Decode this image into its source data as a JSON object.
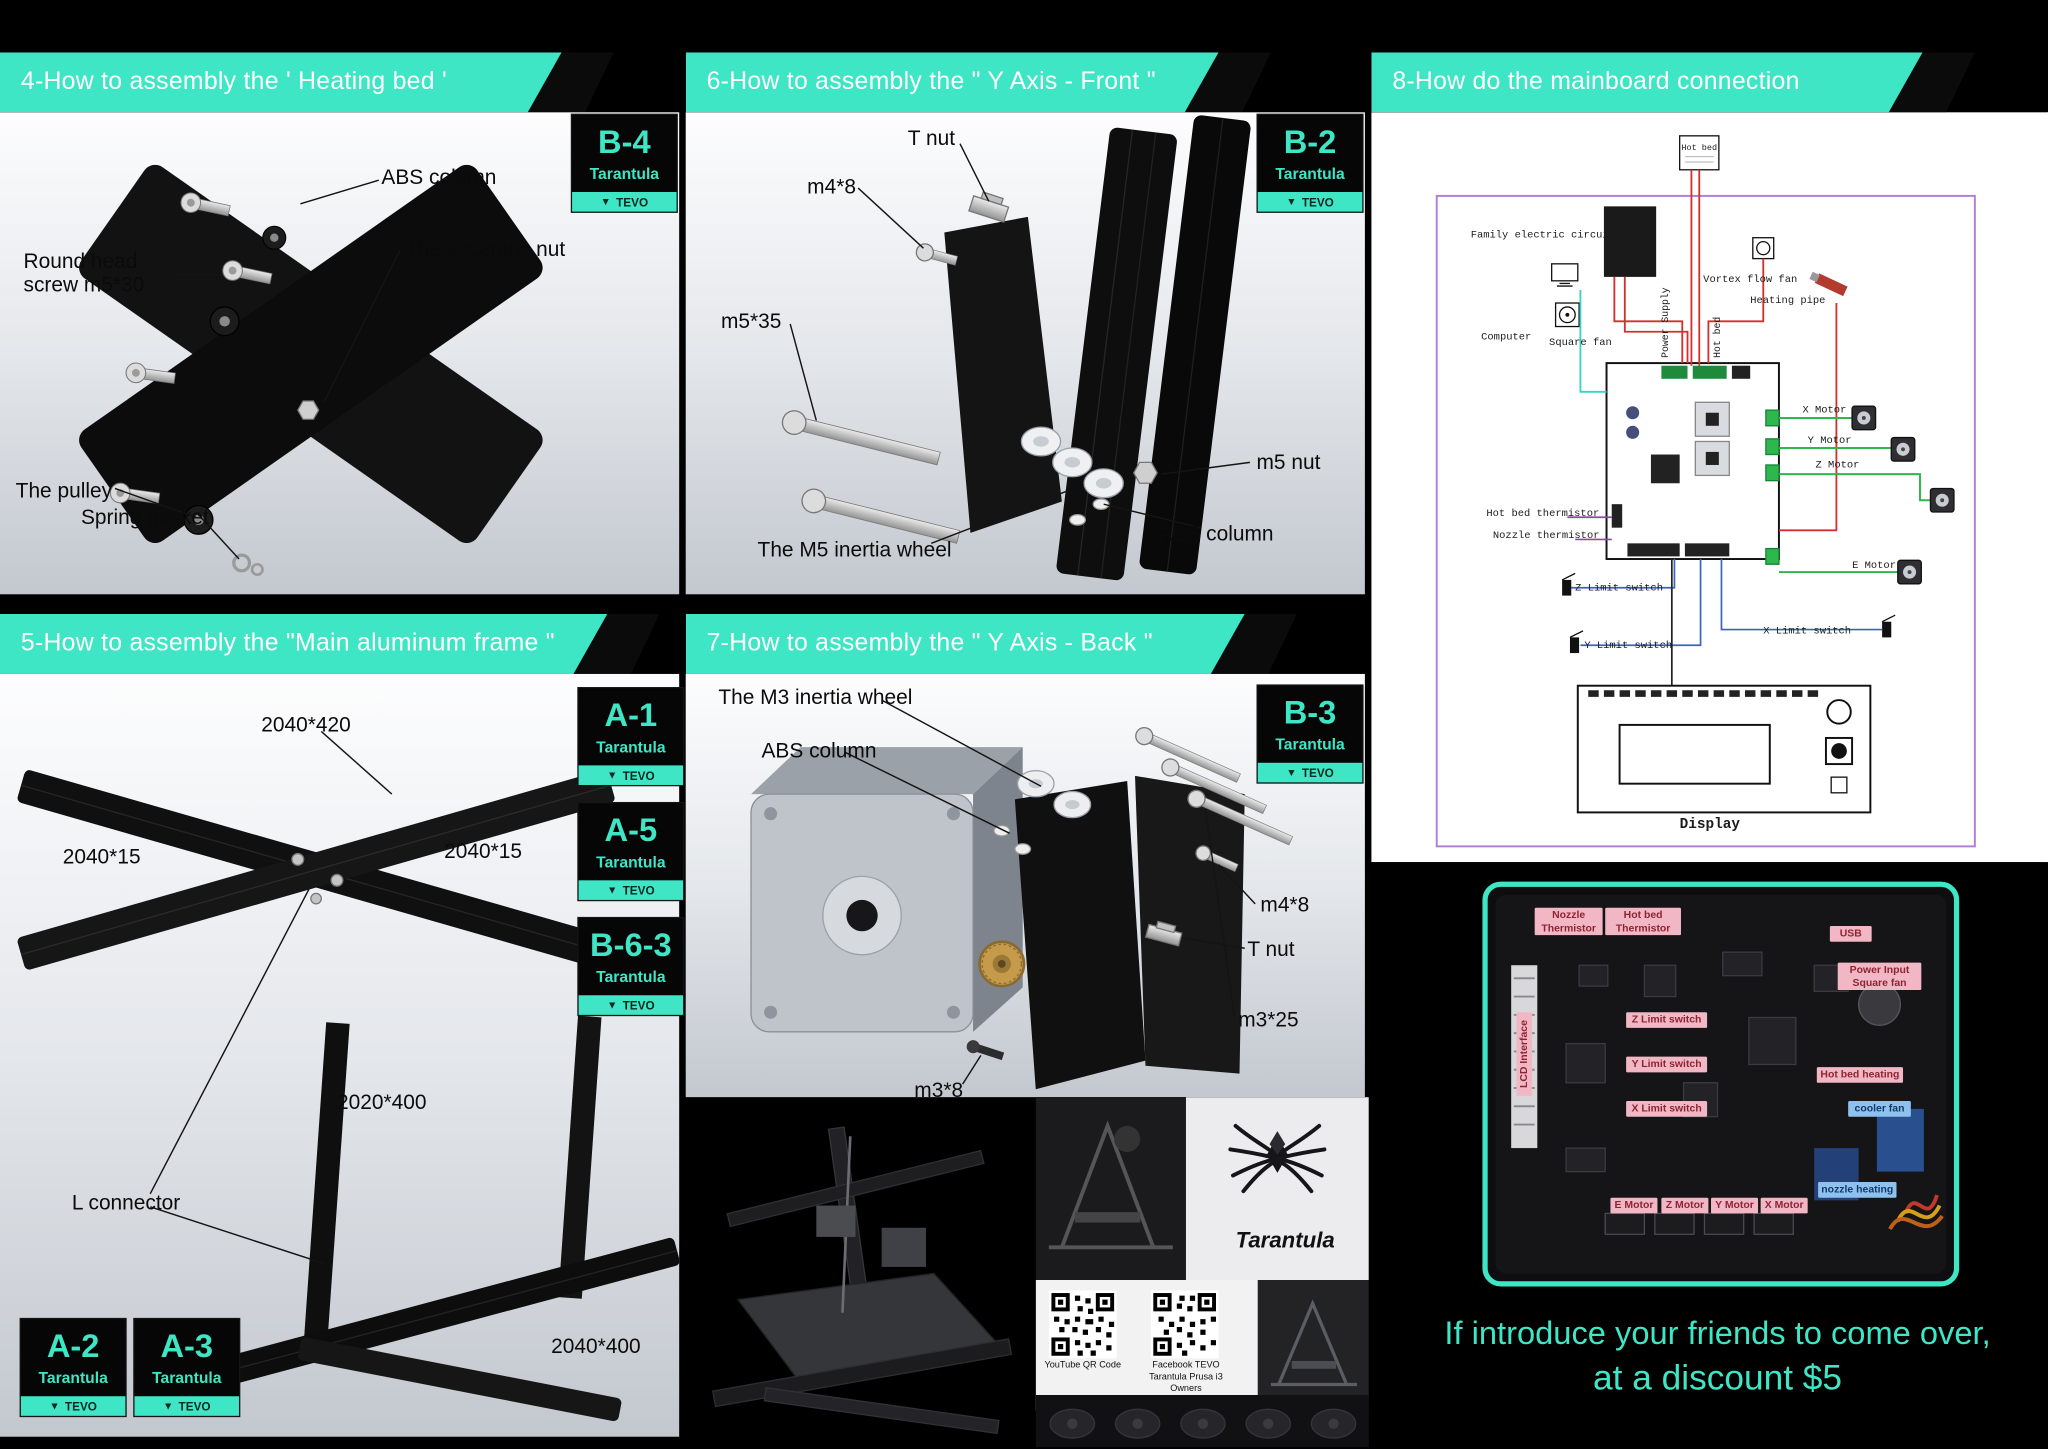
{
  "colors": {
    "accent": "#3ee6c6",
    "label_pink": "#f2b7c4",
    "label_blue": "#8fc1ef",
    "promo": "#3ee6c6"
  },
  "badge_common": {
    "brand": "Tarantula",
    "tevo": "TEVO"
  },
  "panel4": {
    "title": "4-How to assembly the ' Heating bed '",
    "badge": {
      "code": "B-4"
    },
    "labels": {
      "abs_column": "ABS column",
      "round_head": "Round head screw m5*30",
      "eccentric": "The eccentric nut",
      "pulley": "The pulley",
      "spring": "Spring gasket"
    }
  },
  "panel6": {
    "title": "6-How to assembly the \" Y Axis - Front \"",
    "badge": {
      "code": "B-2"
    },
    "labels": {
      "t_nut": "T nut",
      "m4x8": "m4*8",
      "m5x35": "m5*35",
      "m5_nut": "m5 nut",
      "abs_column": "ABS column",
      "wheel": "The M5 inertia wheel"
    }
  },
  "panel8": {
    "title": "8-How do the mainboard connection",
    "labels": {
      "family": "Family electric circuit",
      "computer": "Computer",
      "square_fan": "Square fan",
      "power_supply": "Power Supply",
      "hot_bed_top": "Hot bed",
      "hot_bed_conn": "Hot bed",
      "vortex": "Vortex flow fan",
      "heating_pipe": "Heating pipe",
      "x_motor": "X Motor",
      "y_motor": "Y Motor",
      "z_motor": "Z Motor",
      "e_motor": "E Motor",
      "hotbed_therm": "Hot bed thermistor",
      "nozzle_therm": "Nozzle thermistor",
      "z_limit": "Z Limit switch",
      "y_limit": "Y Limit switch",
      "x_limit": "X Limit switch",
      "display": "Display"
    }
  },
  "panel5": {
    "title": "5-How to assembly the \"Main aluminum frame \"",
    "badges": [
      {
        "code": "A-1"
      },
      {
        "code": "A-5"
      },
      {
        "code": "B-6-3"
      },
      {
        "code": "A-2"
      },
      {
        "code": "A-3"
      }
    ],
    "labels": {
      "d1": "2040*420",
      "d2": "2040*15",
      "d3": "2040*15",
      "d4": "2020*400",
      "d5": "L connector",
      "d6": "2040*400"
    }
  },
  "panel7": {
    "title": "7-How to assembly the  \" Y Axis - Back \"",
    "badge": {
      "code": "B-3"
    },
    "labels": {
      "wheel": "The M3 inertia wheel",
      "abs_column": "ABS column",
      "m4x8": "m4*8",
      "t_nut": "T nut",
      "m3x25": "m3*25",
      "m3x8": "m3*8"
    }
  },
  "photo": {
    "brand": "Tarantula",
    "qr1_caption": "YouTube QR Code",
    "qr2_caption": "Facebook TEVO Tarantula Prusa i3 Owners"
  },
  "board": {
    "labels": {
      "nozzle_therm": "Nozzle Thermistor",
      "hotbed_therm": "Hot bed Thermistor",
      "usb": "USB",
      "power_input": "Power Input Square fan",
      "lcd": "LCD Interface",
      "z_limit": "Z Limit switch",
      "y_limit": "Y Limit switch",
      "x_limit": "X Limit switch",
      "hotbed_heating": "Hot bed heating",
      "cooler_fan": "cooler fan",
      "e_motor": "E Motor",
      "z_motor": "Z Motor",
      "y_motor": "Y Motor",
      "x_motor": "X Motor",
      "nozzle_heating": "nozzle heating"
    }
  },
  "promo": {
    "line1": "If introduce your friends to come over,",
    "line2": "at a discount $5"
  }
}
